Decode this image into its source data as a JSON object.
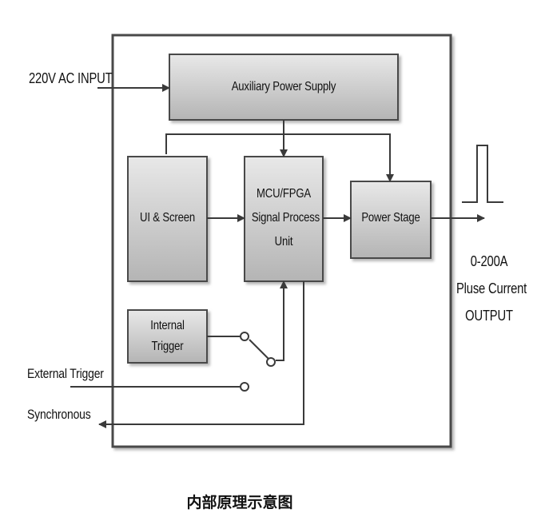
{
  "inputs": {
    "ac_input": "220V AC INPUT",
    "external_trigger": "External Trigger",
    "synchronous": "Synchronous"
  },
  "blocks": {
    "aux_power": "Auxiliary Power Supply",
    "ui_screen": "UI & Screen",
    "mcu": [
      "MCU/FPGA",
      "Signal Process",
      "Unit"
    ],
    "power_stage": "Power Stage",
    "internal_trigger": [
      "Internal",
      "Trigger"
    ]
  },
  "output": [
    "0-200A",
    "Pluse Current",
    "OUTPUT"
  ],
  "caption": "内部原理示意图",
  "colors": {
    "block_fill_top": "#e8e8e8",
    "block_fill_bottom": "#b4b4b4",
    "line": "#3a3a3a"
  }
}
